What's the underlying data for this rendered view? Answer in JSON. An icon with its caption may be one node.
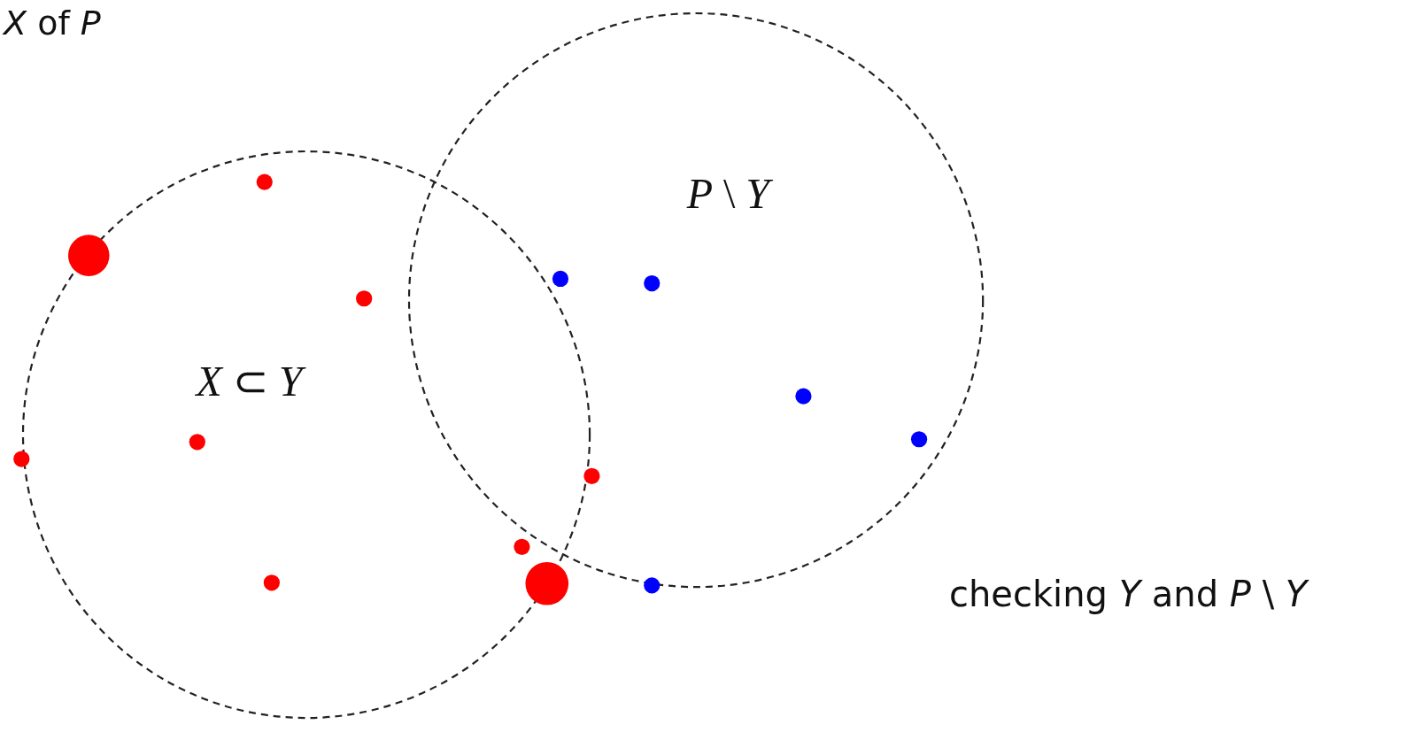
{
  "diagram": {
    "nodes": [
      {
        "text": [
          "*X* ⊂ *Y*"
        ]
      },
      {
        "text": [
          "*P* \\ *Y*"
        ]
      }
    ],
    "labels": [
      "*X* of *P*",
      "checking *Y* and *P* \\ *Y*"
    ]
  }
}
